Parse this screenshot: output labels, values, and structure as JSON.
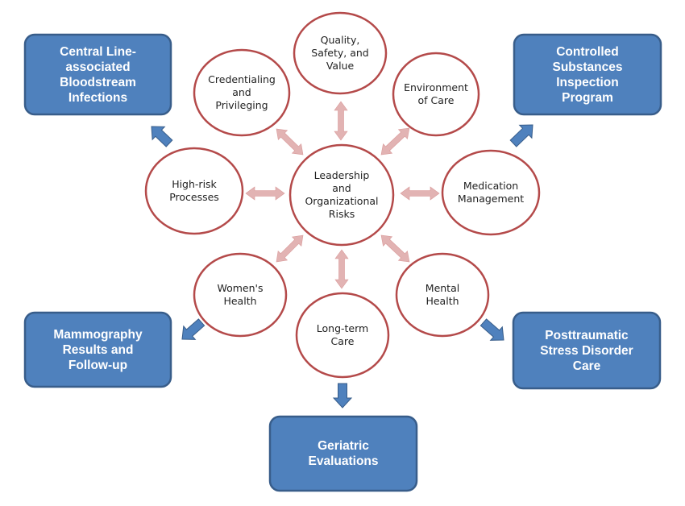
{
  "center": {
    "label": "Leadership\nand\nOrganizational\nRisks"
  },
  "topics": [
    {
      "id": "quality",
      "label": "Quality,\nSafety, and\nValue"
    },
    {
      "id": "credentialing",
      "label": "Credentialing\nand\nPrivileging"
    },
    {
      "id": "environment",
      "label": "Environment\nof Care"
    },
    {
      "id": "high-risk",
      "label": "High-risk\nProcesses"
    },
    {
      "id": "medication",
      "label": "Medication\nManagement"
    },
    {
      "id": "womens-health",
      "label": "Women's\nHealth"
    },
    {
      "id": "long-term-care",
      "label": "Long-term\nCare"
    },
    {
      "id": "mental-health",
      "label": "Mental\nHealth"
    }
  ],
  "outcomes": [
    {
      "id": "central-line",
      "label": "Central Line-\nassociated\nBloodstream\nInfections"
    },
    {
      "id": "controlled-substances",
      "label": "Controlled\nSubstances\nInspection\nProgram"
    },
    {
      "id": "mammography",
      "label": "Mammography\nResults and\nFollow-up"
    },
    {
      "id": "ptsd",
      "label": "Posttraumatic\nStress Disorder\nCare"
    },
    {
      "id": "geriatric",
      "label": "Geriatric\nEvaluations"
    }
  ],
  "colors": {
    "circle_stroke": "#b44a4a",
    "link_arrow": "#e2b3b3",
    "box_fill": "#4f81bd",
    "box_stroke": "#385d8a",
    "outcome_arrow": "#4f81bd"
  }
}
